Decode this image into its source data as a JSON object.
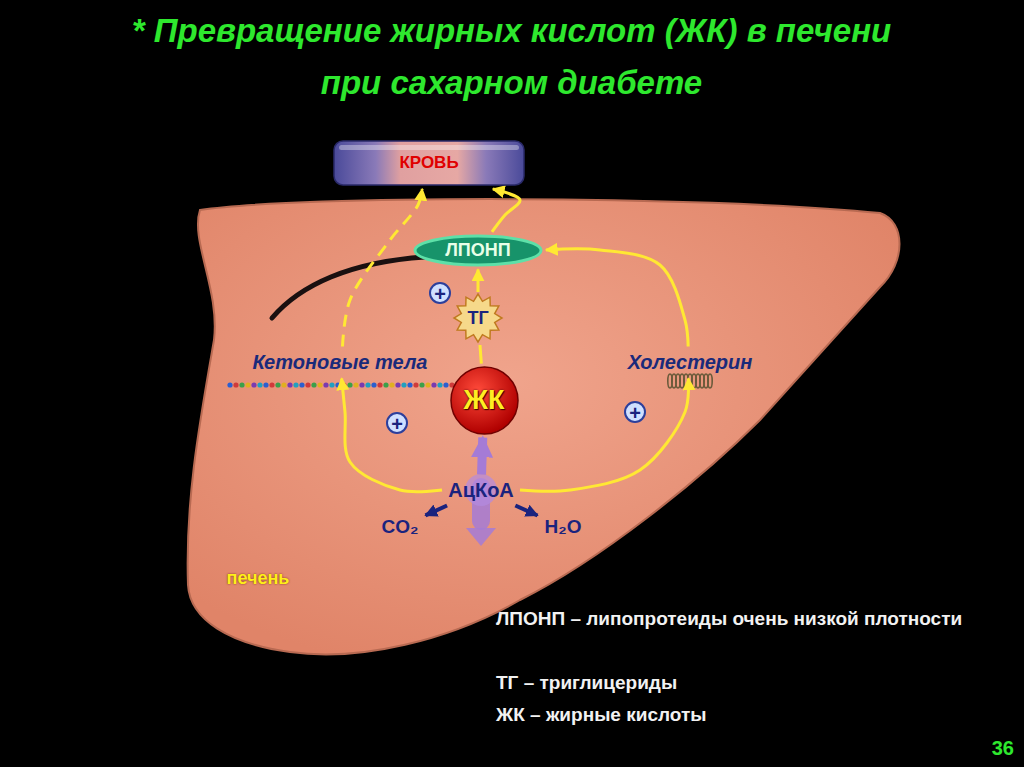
{
  "diagram": {
    "title": "* Превращение жирных кислот (ЖК) в печени при сахарном диабете",
    "nodes": [
      {
        "text": [
          "КРОВЬ"
        ]
      },
      {
        "text": [
          "ЛПОНП"
        ]
      },
      {
        "text": [
          "ТГ"
        ]
      },
      {
        "text": [
          "Кетоновые тела"
        ]
      },
      {
        "text": [
          "ЖК"
        ]
      },
      {
        "text": [
          "Холестерин"
        ]
      },
      {
        "text": [
          "АцКоА"
        ]
      },
      {
        "text": [
          "CO₂"
        ]
      },
      {
        "text": [
          "H₂O"
        ]
      }
    ],
    "edges": [
      {
        "from": 6,
        "to": 4,
        "arrow": "to"
      },
      {
        "from": 4,
        "to": 2,
        "arrow": "none"
      },
      {
        "from": 2,
        "to": 1,
        "arrow": "to"
      },
      {
        "from": 1,
        "to": 0,
        "arrow": "to"
      },
      {
        "from": 6,
        "to": 3,
        "arrow": "to"
      },
      {
        "from": 3,
        "to": 0,
        "arrow": "to"
      },
      {
        "from": 6,
        "to": 5,
        "arrow": "to"
      },
      {
        "from": 5,
        "to": 1,
        "arrow": "to"
      },
      {
        "from": 6,
        "to": 7,
        "arrow": "to"
      },
      {
        "from": 6,
        "to": 8,
        "arrow": "to"
      }
    ],
    "labels": [
      "+",
      "+",
      "+",
      "печень",
      "ЛПОНП – липопротеиды очень низкой плотности",
      "ТГ – триглицериды",
      "ЖК – жирные кислоты",
      "36"
    ]
  }
}
